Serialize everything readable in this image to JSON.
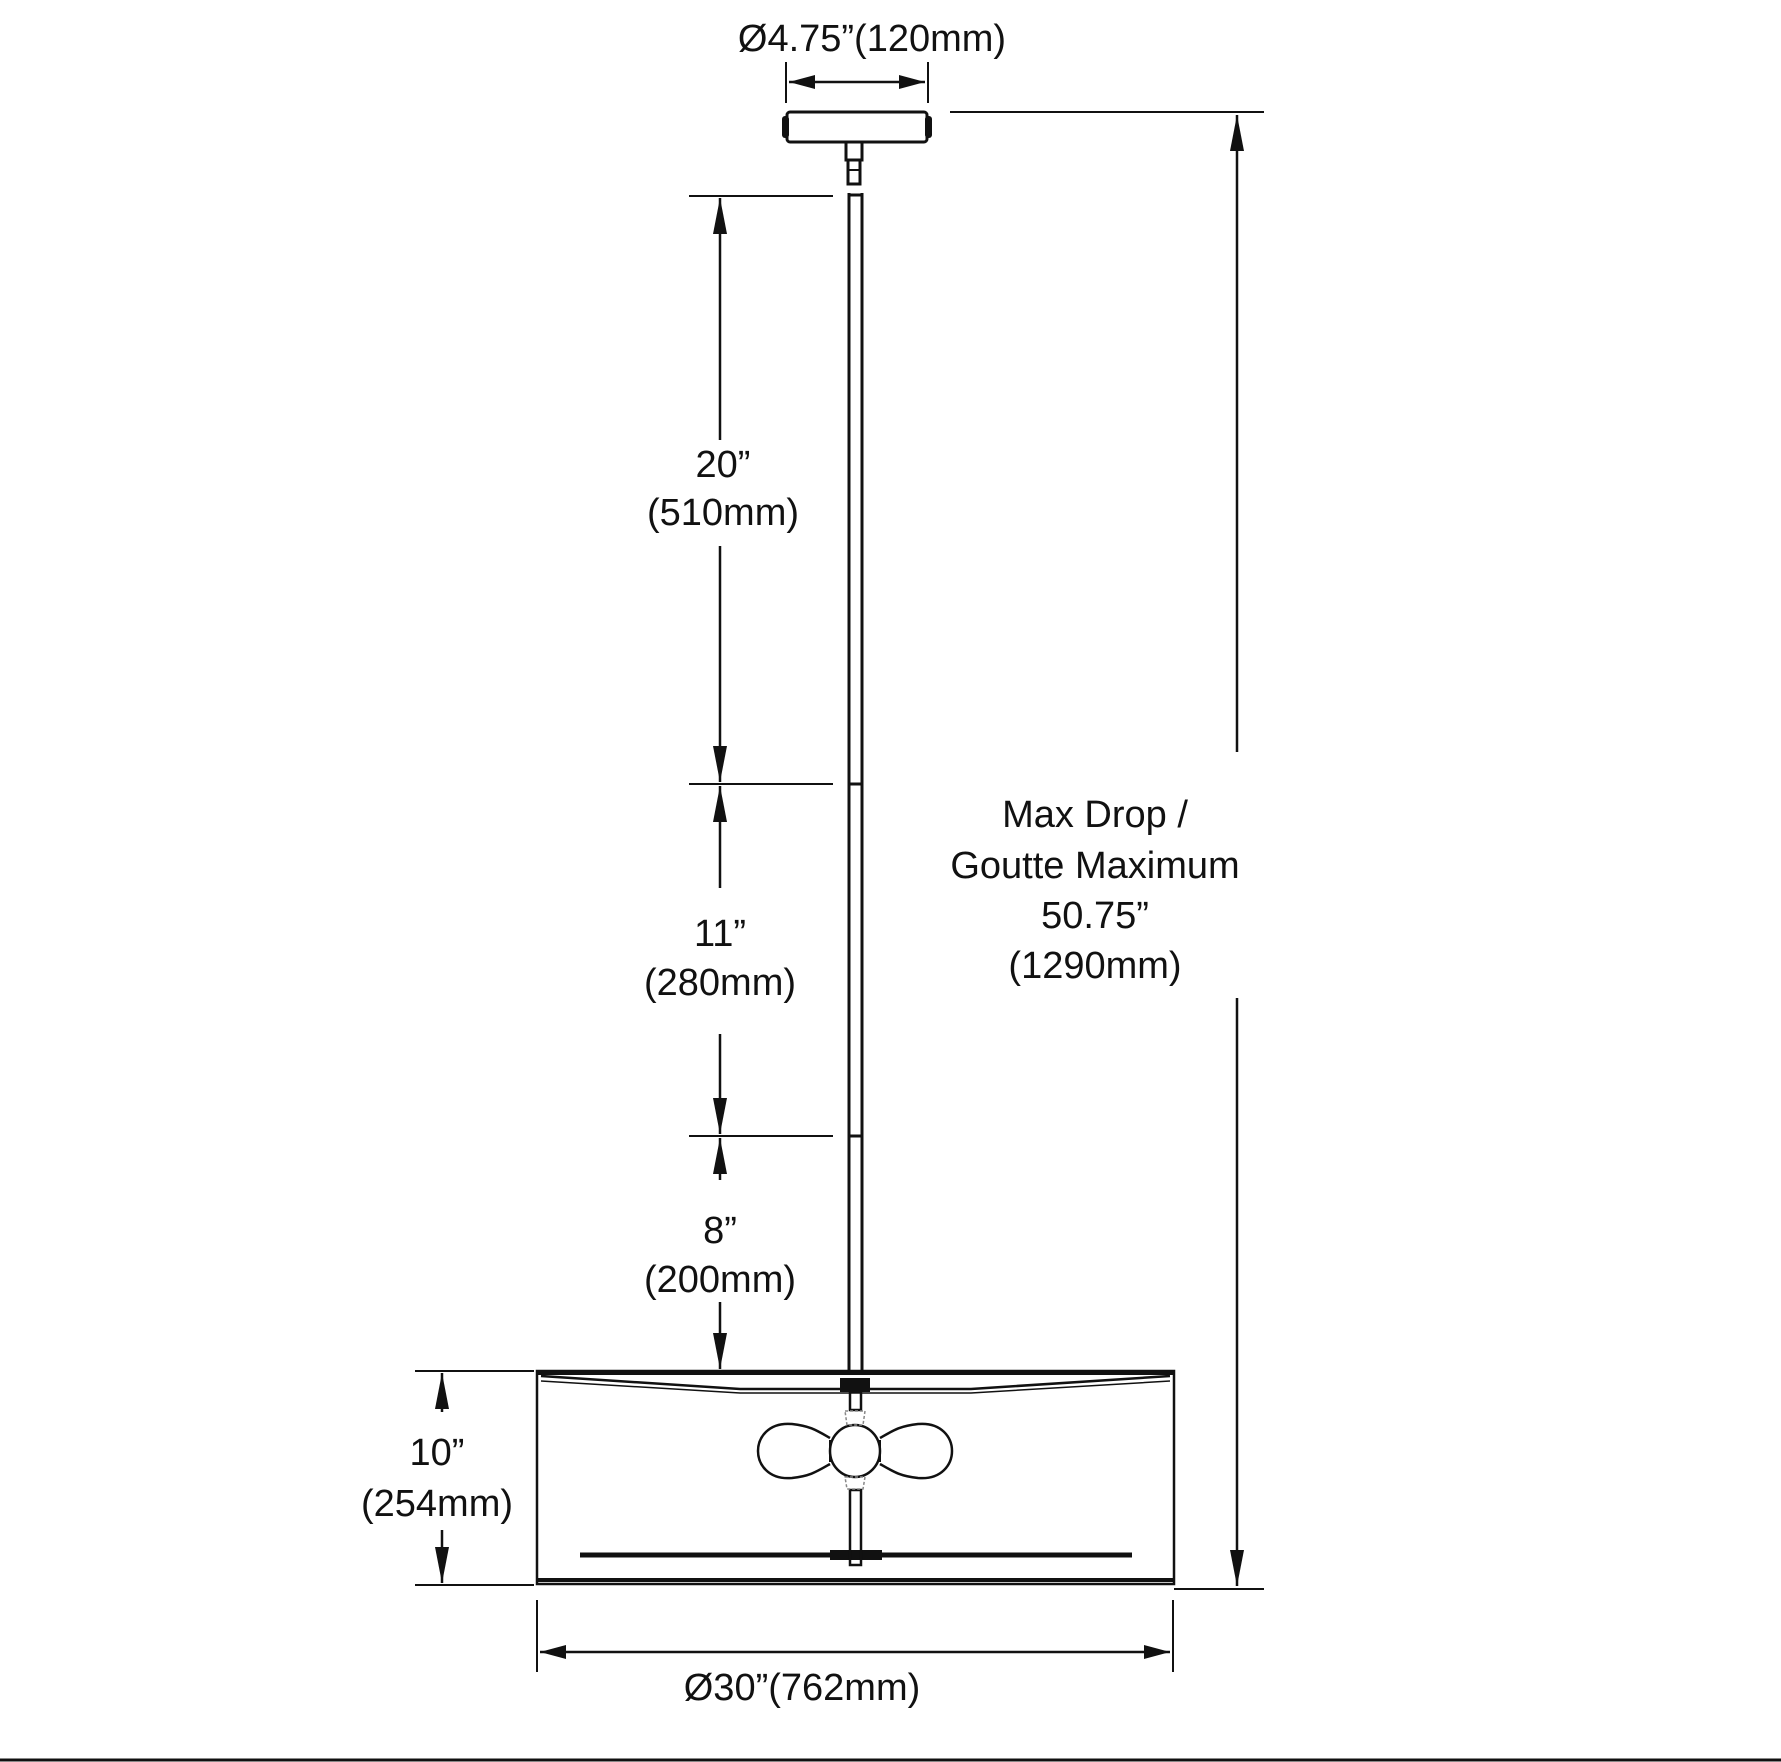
{
  "labels": {
    "canopy_diameter": "Ø4.75”(120mm)",
    "rod_20_in": "20”",
    "rod_20_mm": "(510mm)",
    "rod_11_in": "11”",
    "rod_11_mm": "(280mm)",
    "rod_8_in": "8”",
    "rod_8_mm": "(200mm)",
    "shade_height_in": "10”",
    "shade_height_mm": "(254mm)",
    "shade_diameter": "Ø30”(762mm)",
    "max_drop_line1": "Max Drop /",
    "max_drop_line2": "Goutte Maximum",
    "max_drop_in": "50.75”",
    "max_drop_mm": "(1290mm)"
  },
  "colors": {
    "ink": "#111111",
    "background": "#ffffff"
  }
}
